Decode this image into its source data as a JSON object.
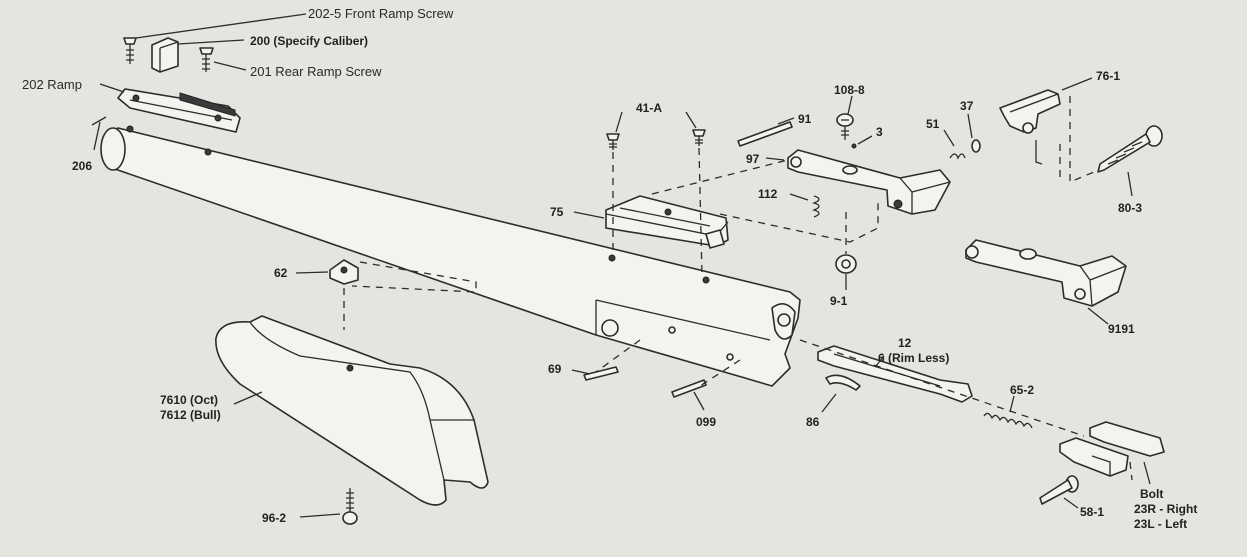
{
  "callouts": [
    {
      "id": "202-5",
      "text": "202-5 Front Ramp Screw"
    },
    {
      "id": "200",
      "text": "200 (Specify Caliber)"
    },
    {
      "id": "201",
      "text": "201 Rear Ramp Screw"
    },
    {
      "id": "202",
      "text": "202 Ramp"
    },
    {
      "id": "206",
      "text": "206"
    },
    {
      "id": "41-A",
      "text": "41-A"
    },
    {
      "id": "91",
      "text": "91"
    },
    {
      "id": "108-8",
      "text": "108-8"
    },
    {
      "id": "3",
      "text": "3"
    },
    {
      "id": "51",
      "text": "51"
    },
    {
      "id": "37",
      "text": "37"
    },
    {
      "id": "76-1",
      "text": "76-1"
    },
    {
      "id": "80-3",
      "text": "80-3"
    },
    {
      "id": "97",
      "text": "97"
    },
    {
      "id": "112",
      "text": "112"
    },
    {
      "id": "75",
      "text": "75"
    },
    {
      "id": "9-1",
      "text": "9-1"
    },
    {
      "id": "62",
      "text": "62"
    },
    {
      "id": "9191",
      "text": "9191"
    },
    {
      "id": "12",
      "text": "12"
    },
    {
      "id": "6",
      "text": "6 (Rim Less)"
    },
    {
      "id": "69",
      "text": "69"
    },
    {
      "id": "099",
      "text": "099"
    },
    {
      "id": "86",
      "text": "86"
    },
    {
      "id": "65-2",
      "text": "65-2"
    },
    {
      "id": "7610",
      "text": "7610 (Oct)"
    },
    {
      "id": "7612",
      "text": "7612 (Bull)"
    },
    {
      "id": "96-2",
      "text": "96-2"
    },
    {
      "id": "58-1",
      "text": "58-1"
    },
    {
      "id": "bolt",
      "text": "Bolt"
    },
    {
      "id": "23R",
      "text": "23R - Right"
    },
    {
      "id": "23L",
      "text": "23L - Left"
    }
  ]
}
